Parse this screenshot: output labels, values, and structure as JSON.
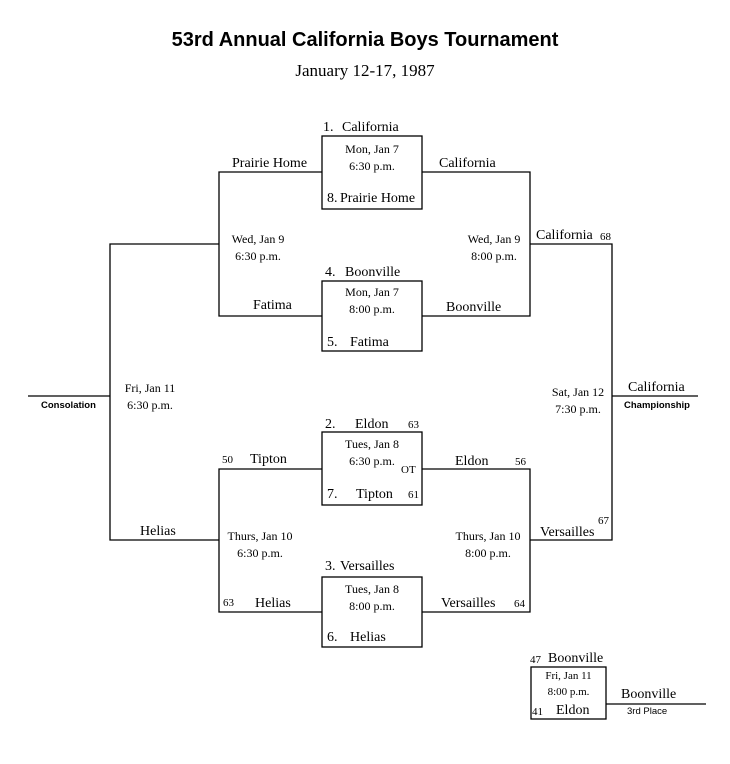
{
  "title": "53rd Annual California Boys Tournament",
  "dates": "January 12-17, 1987",
  "quarterfinals": [
    {
      "seed_top": "1.",
      "team_top": "California",
      "day": "Mon, Jan 7",
      "time": "6:30 p.m.",
      "seed_bottom": "8.",
      "team_bottom": "Prairie Home",
      "left_label": "Prairie Home",
      "right_label": "California"
    },
    {
      "seed_top": "4.",
      "team_top": "Boonville",
      "day": "Mon, Jan 7",
      "time": "8:00 p.m.",
      "seed_bottom": "5.",
      "team_bottom": "Fatima",
      "left_label": "Fatima",
      "right_label": "Boonville"
    },
    {
      "seed_top": "2.",
      "team_top": "Eldon",
      "score_top": "63",
      "day": "Tues, Jan 8",
      "time": "6:30 p.m.",
      "note": "OT",
      "seed_bottom": "7.",
      "team_bottom": "Tipton",
      "score_bottom": "61",
      "left_label": "Tipton",
      "left_score": "50",
      "right_label": "Eldon",
      "right_score": "56"
    },
    {
      "seed_top": "3.",
      "team_top": "Versailles",
      "day": "Tues, Jan 8",
      "time": "8:00 p.m.",
      "seed_bottom": "6.",
      "team_bottom": "Helias",
      "left_label": "Helias",
      "left_score": "63",
      "right_label": "Versailles",
      "right_score": "64"
    }
  ],
  "consolation_semis": [
    {
      "day": "Wed, Jan 9",
      "time": "6:30 p.m."
    },
    {
      "day": "Thurs, Jan 10",
      "time": "6:30 p.m."
    }
  ],
  "semis": [
    {
      "day": "Wed, Jan 9",
      "time": "8:00 p.m.",
      "winner": "California",
      "winner_score": "68"
    },
    {
      "day": "Thurs, Jan 10",
      "time": "8:00 p.m.",
      "winner": "Versailles",
      "winner_score": "67"
    }
  ],
  "consolation": {
    "day": "Fri, Jan 11",
    "time": "6:30 p.m.",
    "label": "Consolation",
    "winner": "Helias"
  },
  "championship": {
    "day": "Sat, Jan 12",
    "time": "7:30 p.m.",
    "label": "Championship",
    "winner": "California"
  },
  "third_place": {
    "team_top": "Boonville",
    "score_top": "47",
    "day": "Fri, Jan 11",
    "time": "8:00 p.m.",
    "team_bottom": "Eldon",
    "score_bottom": "41",
    "winner": "Boonville",
    "label": "3rd Place"
  }
}
